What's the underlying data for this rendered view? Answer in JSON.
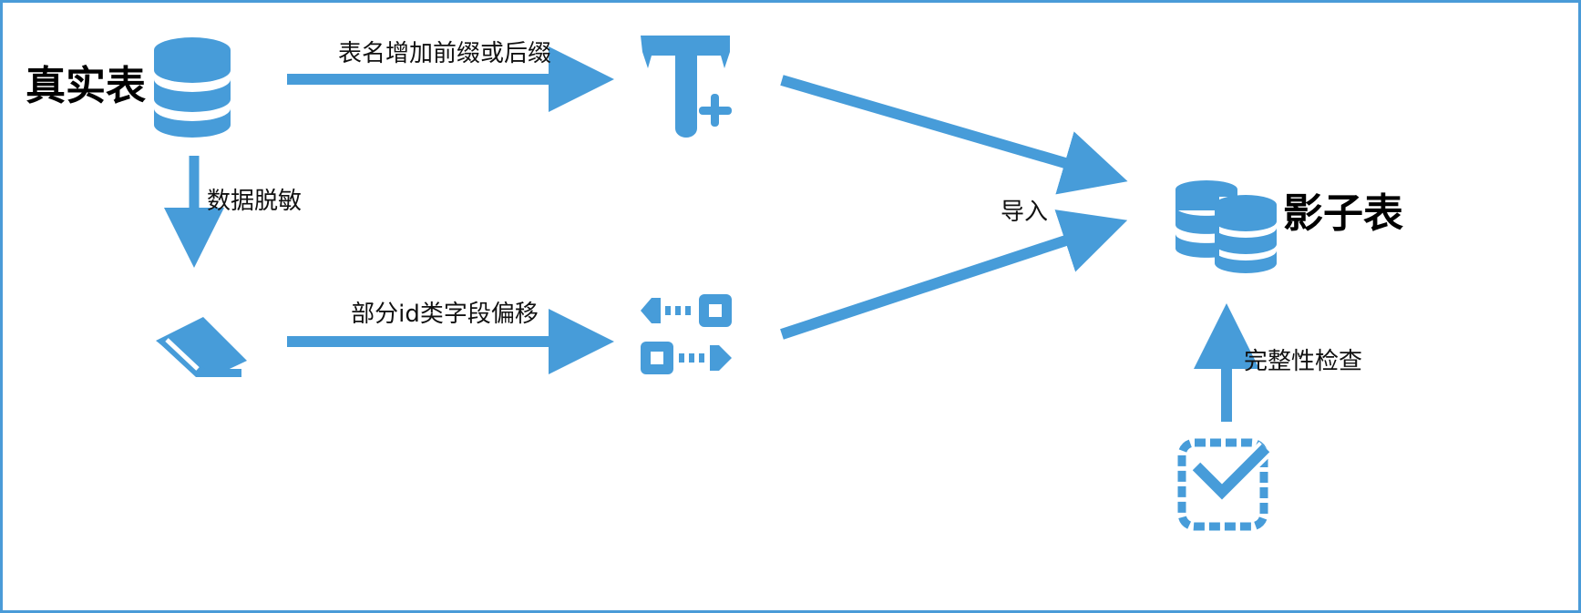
{
  "nodes": {
    "real_table": "真实表",
    "shadow_table": "影子表"
  },
  "edges": {
    "rename": "表名增加前缀或后缀",
    "desensitize": "数据脱敏",
    "id_offset": "部分id类字段偏移",
    "import": "导入",
    "integrity_check": "完整性检查"
  },
  "colors": {
    "accent": "#479cd9",
    "text": "#000000"
  }
}
